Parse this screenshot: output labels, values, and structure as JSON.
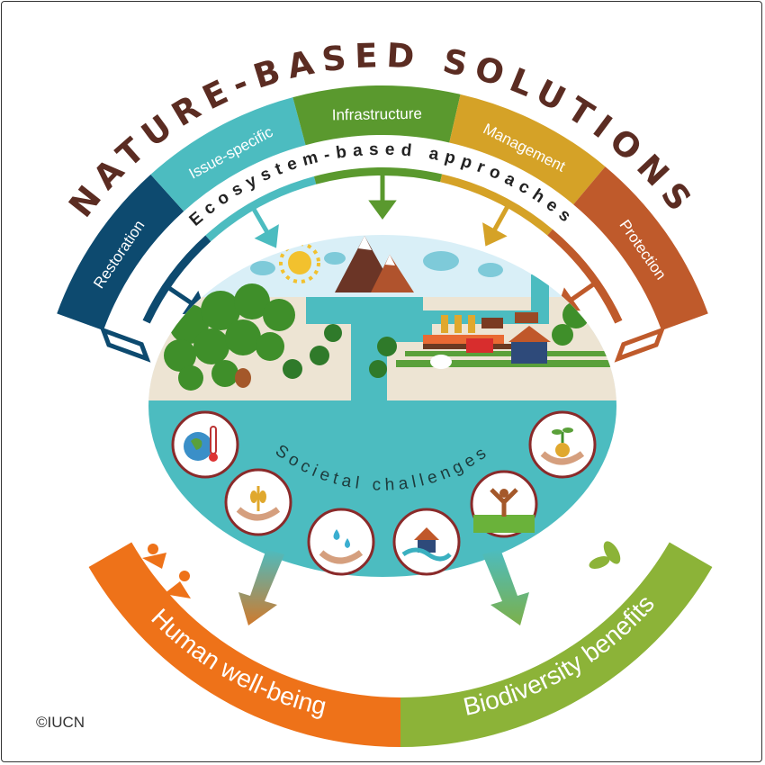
{
  "title": "NATURE-BASED SOLUTIONS",
  "approaches": [
    {
      "label": "Restoration",
      "color": "#0d4a6f"
    },
    {
      "label": "Issue-specific",
      "color": "#4cbcc0"
    },
    {
      "label": "Infrastructure",
      "color": "#5a992e"
    },
    {
      "label": "Management",
      "color": "#d5a227"
    },
    {
      "label": "Protection",
      "color": "#bf5a2b"
    }
  ],
  "ecosystem_label": "Ecosystem-based approaches",
  "societal_label": "Societal challenges",
  "challenge_icons": [
    "climate-change-icon",
    "food-security-icon",
    "water-security-icon",
    "disaster-risk-icon",
    "human-health-icon",
    "economic-development-icon"
  ],
  "outcomes": [
    {
      "label": "Human well-being",
      "color": "#ee7219",
      "icon": "people-icon"
    },
    {
      "label": "Biodiversity benefits",
      "color": "#8cb338",
      "icon": "leaf-icon"
    }
  ],
  "colors": {
    "sky": "#d9eff7",
    "ground": "#ede4d3",
    "water": "#4cbcc0",
    "icon_border": "#8a2a2a",
    "title": "#5b2c22"
  },
  "copyright": "©IUCN"
}
